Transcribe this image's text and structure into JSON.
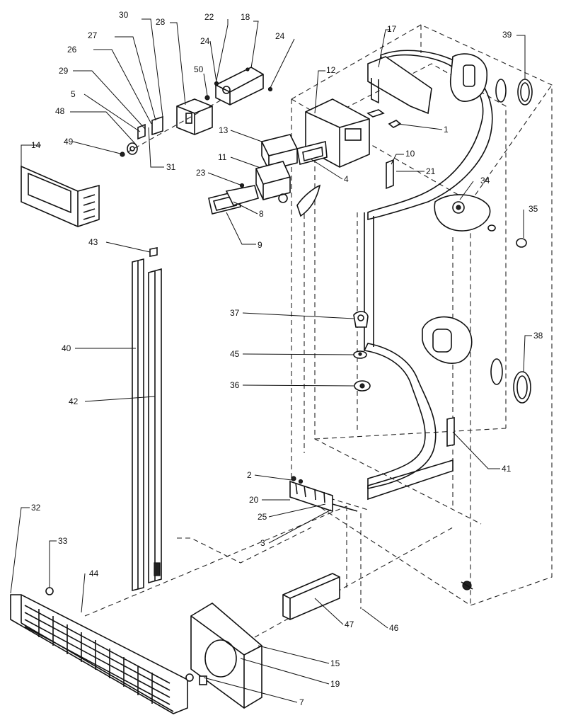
{
  "callouts": [
    {
      "id": "c30",
      "text": "30"
    },
    {
      "id": "c28",
      "text": "28"
    },
    {
      "id": "c22",
      "text": "22"
    },
    {
      "id": "c18",
      "text": "18"
    },
    {
      "id": "c27",
      "text": "27"
    },
    {
      "id": "c24a",
      "text": "24"
    },
    {
      "id": "c24b",
      "text": "24"
    },
    {
      "id": "c26",
      "text": "26"
    },
    {
      "id": "c50",
      "text": "50"
    },
    {
      "id": "c29",
      "text": "29"
    },
    {
      "id": "c5",
      "text": "5"
    },
    {
      "id": "c48",
      "text": "48"
    },
    {
      "id": "c49",
      "text": "49"
    },
    {
      "id": "c31",
      "text": "31"
    },
    {
      "id": "c14",
      "text": "14"
    },
    {
      "id": "c17",
      "text": "17"
    },
    {
      "id": "c12",
      "text": "12"
    },
    {
      "id": "c1",
      "text": "1"
    },
    {
      "id": "c13",
      "text": "13"
    },
    {
      "id": "c11",
      "text": "11"
    },
    {
      "id": "c23",
      "text": "23"
    },
    {
      "id": "c4",
      "text": "4"
    },
    {
      "id": "c8",
      "text": "8"
    },
    {
      "id": "c9",
      "text": "9"
    },
    {
      "id": "c10",
      "text": "10"
    },
    {
      "id": "c21",
      "text": "21"
    },
    {
      "id": "c39",
      "text": "39"
    },
    {
      "id": "c34",
      "text": "34"
    },
    {
      "id": "c35",
      "text": "35"
    },
    {
      "id": "c43",
      "text": "43"
    },
    {
      "id": "c40",
      "text": "40"
    },
    {
      "id": "c42",
      "text": "42"
    },
    {
      "id": "c37",
      "text": "37"
    },
    {
      "id": "c45",
      "text": "45"
    },
    {
      "id": "c36",
      "text": "36"
    },
    {
      "id": "c38",
      "text": "38"
    },
    {
      "id": "c41",
      "text": "41"
    },
    {
      "id": "c2",
      "text": "2"
    },
    {
      "id": "c20",
      "text": "20"
    },
    {
      "id": "c25",
      "text": "25"
    },
    {
      "id": "c3",
      "text": "3"
    },
    {
      "id": "c32",
      "text": "32"
    },
    {
      "id": "c33",
      "text": "33"
    },
    {
      "id": "c44",
      "text": "44"
    },
    {
      "id": "c47",
      "text": "47"
    },
    {
      "id": "c46",
      "text": "46"
    },
    {
      "id": "c15",
      "text": "15"
    },
    {
      "id": "c19",
      "text": "19"
    },
    {
      "id": "c7",
      "text": "7"
    }
  ]
}
